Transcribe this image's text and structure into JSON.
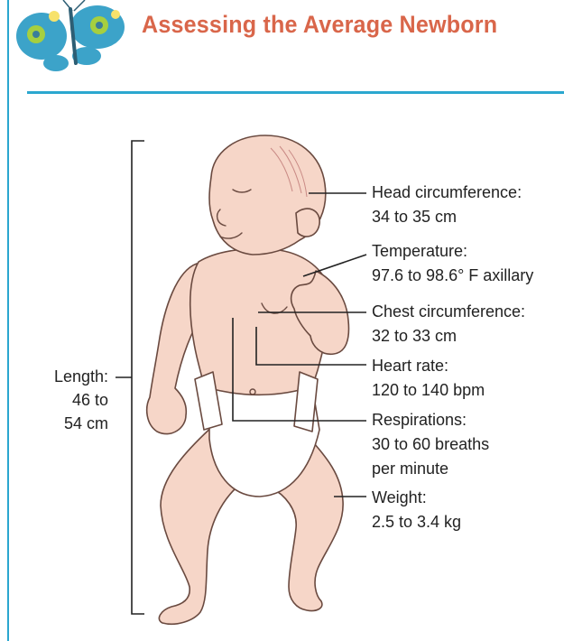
{
  "header": {
    "title": "Assessing the Average Newborn"
  },
  "labels": {
    "head": {
      "name": "Head circumference:",
      "value": "34 to 35 cm"
    },
    "temperature": {
      "name": "Temperature:",
      "value": "97.6 to 98.6° F axillary"
    },
    "chest": {
      "name": "Chest circumference:",
      "value": "32 to 33 cm"
    },
    "heart": {
      "name": "Heart rate:",
      "value": "120 to 140 bpm"
    },
    "respirations": {
      "name": "Respirations:",
      "value": "30 to 60 breaths",
      "value2": "per minute"
    },
    "weight": {
      "name": "Weight:",
      "value": "2.5 to 3.4 kg"
    },
    "length": {
      "name": "Length:",
      "value": "46 to",
      "value2": "54 cm"
    }
  },
  "colors": {
    "accent": "#2ba7cf",
    "title": "#d9664a",
    "skin": "#f6d6c8"
  }
}
